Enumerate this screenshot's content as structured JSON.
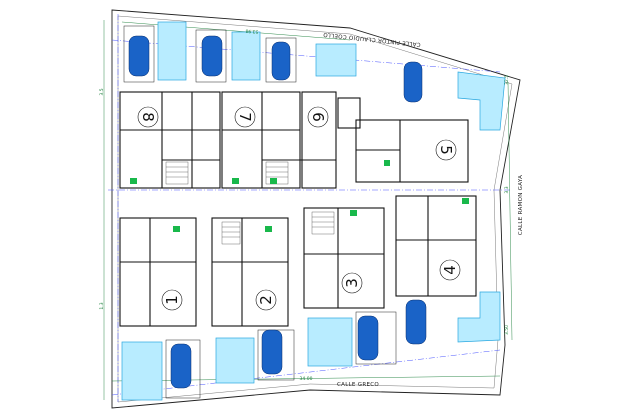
{
  "streets": {
    "top": "CALLE PINTOR CLAUDIO COELLO",
    "right": "CALLE RAMON GAYA",
    "bottom": "CALLE GRECO"
  },
  "dimensions": {
    "top": "53.98",
    "bottom": "34.00",
    "right_upper": "32.5",
    "right_middle": "3.3",
    "right_lower": "3.50",
    "left_upper": "3.5",
    "left_lower": "1.3"
  },
  "units": [
    "1",
    "2",
    "3",
    "4",
    "5",
    "6",
    "7",
    "8"
  ],
  "colors": {
    "wall": "#111111",
    "pool_fill": "#b8ecff",
    "pool_stroke": "#2aa8e0",
    "car": "#1a63c7",
    "green_fixture": "#19b84b",
    "dim_line": "#1a7f3a",
    "axis": "#4a55ff"
  }
}
